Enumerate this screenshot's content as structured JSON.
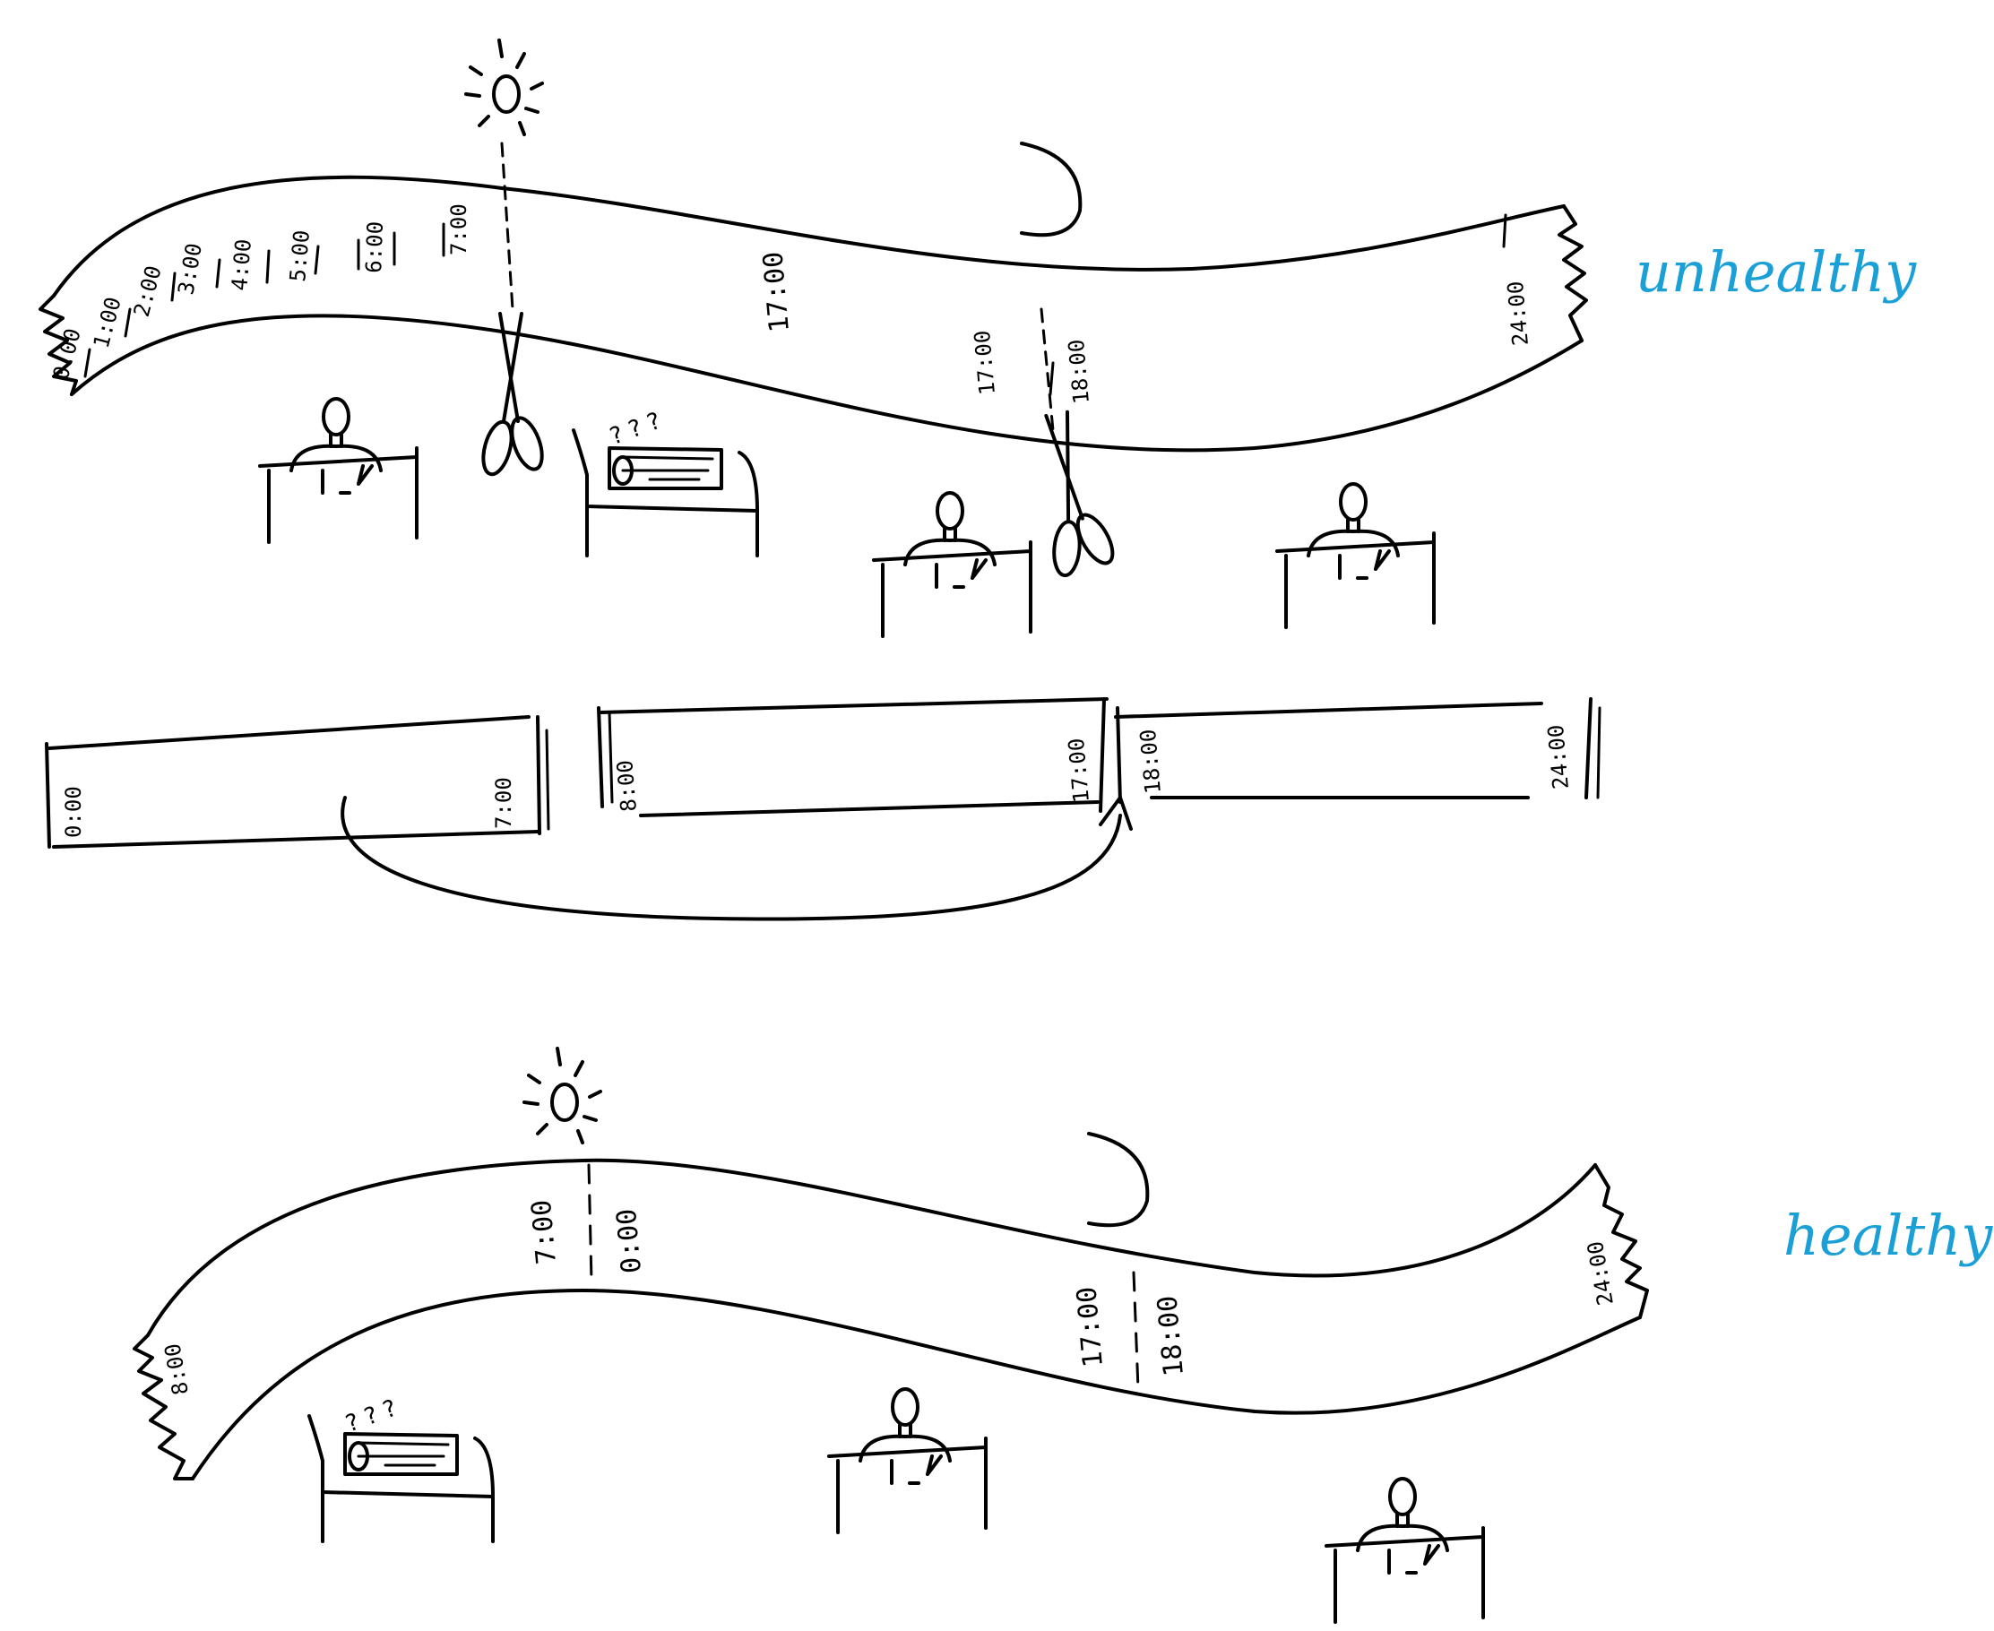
{
  "colors": {
    "ink": "#000000",
    "annotation": "#1a9fd6"
  },
  "labels": {
    "unhealthy": "unhealthy",
    "healthy": "healthy",
    "question_marks": "? ? ?"
  },
  "unhealthy_ribbon": {
    "times": [
      "0:00",
      "1:00",
      "2:00",
      "3:00",
      "4:00",
      "5:00",
      "6:00",
      "7:00",
      "17:00",
      "18:00",
      "24:00"
    ]
  },
  "middle_strips": {
    "first": [
      "0:00",
      "7:00"
    ],
    "second": [
      "8:00",
      "17:00"
    ],
    "third": [
      "18:00",
      "24:00"
    ]
  },
  "healthy_ribbon": {
    "times": [
      "8:00",
      "7:00",
      "0:00",
      "17:00",
      "18:00",
      "24:00"
    ]
  },
  "icons": [
    "sun-icon",
    "moon-icon",
    "scissors-icon",
    "person-at-desk-icon",
    "empty-desk-icon",
    "arrow-icon"
  ]
}
